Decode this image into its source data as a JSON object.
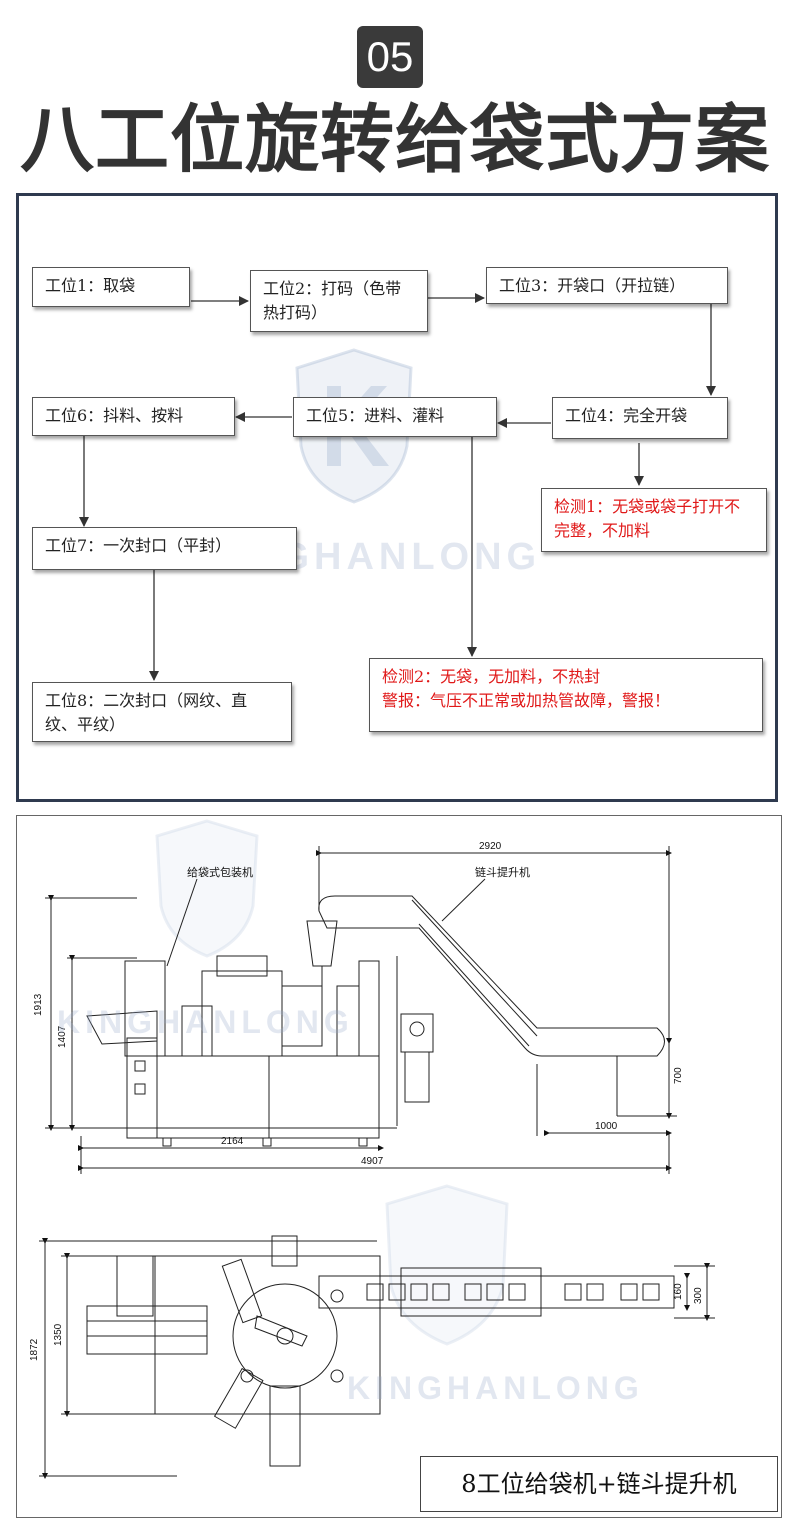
{
  "badge": "05",
  "title": "八工位旋转给袋式方案",
  "colors": {
    "alert": "#e01818",
    "panel_border": "#2f3a4f",
    "watermark": "#8fa6c8"
  },
  "flow": {
    "s1": "工位1：取袋",
    "s2": "工位2：打码（色带热打码）",
    "s3": "工位3：开袋口（开拉链）",
    "s4": "工位4：完全开袋",
    "s5": "工位5：进料、灌料",
    "s6": "工位6：抖料、按料",
    "s7": "工位7：一次封口（平封）",
    "s8": "工位8：二次封口（网纹、直纹、平纹）",
    "check1": "检测1：无袋或袋子打开不完整，不加料",
    "check2_line1": "检测2：无袋，无加料，不热封",
    "check2_line2": "警报：气压不正常或加热管故障，警报！"
  },
  "watermark": {
    "brand": "KINGHANLONG",
    "icon": "k-shield-logo-icon"
  },
  "drawing": {
    "label_machine": "给袋式包装机",
    "label_elevator": "链斗提升机",
    "dims": {
      "total_length": "4907",
      "machine_length": "2164",
      "elevator_length": "2920",
      "discharge_length": "1000",
      "total_height": "1913",
      "machine_height": "1407",
      "discharge_height": "700",
      "plan_depth": "1872",
      "plan_machine_depth": "1350",
      "conveyor_width": "300",
      "bucket_width": "160"
    }
  },
  "caption": "8工位给袋机+链斗提升机"
}
